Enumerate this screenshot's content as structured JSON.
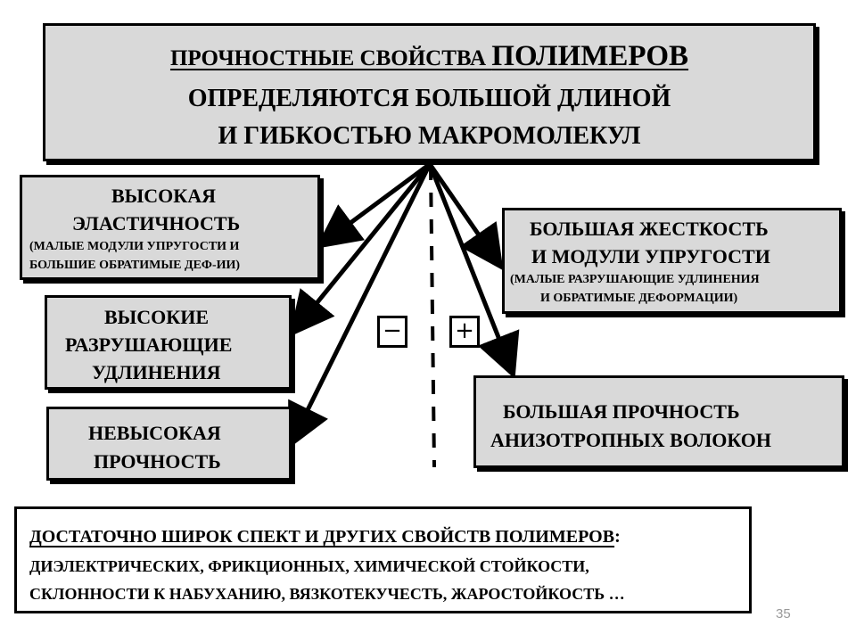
{
  "title": {
    "line1_part1": "ПРОЧНОСТНЫЕ   СВОЙСТВА   ",
    "line1_part2": "ПОЛИМЕРОВ",
    "line2": "ОПРЕДЕЛЯЮТСЯ  БОЛЬШОЙ  ДЛИНОЙ",
    "line3": "И  ГИБКОСТЬЮ  МАКРОМОЛЕКУЛ"
  },
  "negative": {
    "sign": "−",
    "elasticity": {
      "line1": "ВЫСОКАЯ",
      "line2": "ЭЛАСТИЧНОСТЬ",
      "line3": "(МАЛЫЕ  МОДУЛИ  УПРУГОСТИ  И",
      "line4": "БОЛЬШИЕ  ОБРАТИМЫЕ  ДЕФ-ИИ)"
    },
    "elongation": {
      "line1": "ВЫСОКИЕ",
      "line2": "РАЗРУШАЮЩИЕ",
      "line3": "УДЛИНЕНИЯ"
    },
    "low_strength": {
      "line1": "НЕВЫСОКАЯ",
      "line2": "ПРОЧНОСТЬ"
    }
  },
  "positive": {
    "sign": "+",
    "stiffness": {
      "line1": "БОЛЬШАЯ  ЖЕСТКОСТЬ",
      "line2": "И  МОДУЛИ  УПРУГОСТИ",
      "line3": "(МАЛЫЕ  РАЗРУШАЮЩИЕ  УДЛИНЕНИЯ",
      "line4": "И  ОБРАТИМЫЕ  ДЕФОРМАЦИИ)"
    },
    "anisotropic": {
      "line1": "БОЛЬШАЯ     ПРОЧНОСТЬ",
      "line2": "АНИЗОТРОПНЫХ  ВОЛОКОН"
    }
  },
  "footer": {
    "line1_underlined": "ДОСТАТОЧНО ШИРОК СПЕКТ И ДРУГИХ СВОЙСТВ ПОЛИМЕРОВ",
    "line1_tail": ":",
    "line2": "ДИЭЛЕКТРИЧЕСКИХ,   ФРИКЦИОННЫХ,   ХИМИЧЕСКОЙ   СТОЙКОСТИ,",
    "line3": "СКЛОННОСТИ К НАБУХАНИЮ, ВЯЗКОТЕКУЧЕСТЬ, ЖАРОСТОЙКОСТЬ …"
  },
  "page_number": "35"
}
